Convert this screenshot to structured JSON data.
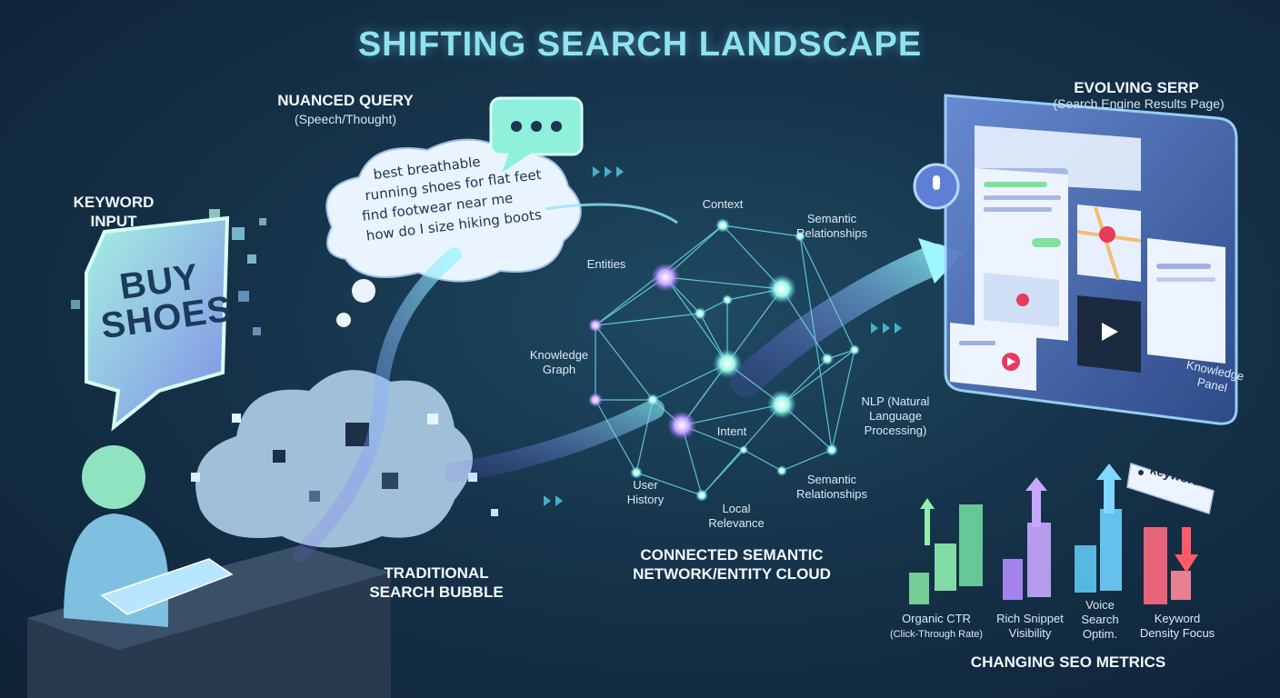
{
  "title": "SHIFTING SEARCH LANDSCAPE",
  "keyword_input": {
    "heading_line1": "KEYWORD",
    "heading_line2": "INPUT",
    "bubble_line1": "BUY",
    "bubble_line2": "SHOES"
  },
  "nuanced_query": {
    "heading": "NUANCED QUERY",
    "subheading": "(Speech/Thought)",
    "queries": [
      "best breathable",
      "running shoes for flat feet",
      "find footwear near me",
      "how do I size hiking boots"
    ]
  },
  "traditional_bubble": {
    "line1": "TRADITIONAL",
    "line2": "SEARCH BUBBLE"
  },
  "semantic_network": {
    "caption_line1": "CONNECTED SEMANTIC",
    "caption_line2": "NETWORK/ENTITY CLOUD",
    "labels": {
      "context": "Context",
      "semantic_top_1": "Semantic",
      "semantic_top_2": "Relationships",
      "entities": "Entities",
      "knowledge_graph_1": "Knowledge",
      "knowledge_graph_2": "Graph",
      "nlp_1": "NLP (Natural",
      "nlp_2": "Language",
      "nlp_3": "Processing)",
      "intent": "Intent",
      "user_history_1": "User",
      "user_history_2": "History",
      "local_1": "Local",
      "local_2": "Relevance",
      "semantic_bottom_1": "Semantic",
      "semantic_bottom_2": "Relationships"
    }
  },
  "serp": {
    "heading": "EVOLVING SERP",
    "subheading": "(Search Engine Results Page)",
    "knowledge_panel_1": "Knowledge",
    "knowledge_panel_2": "Panel"
  },
  "seo_metrics": {
    "caption": "CHANGING SEO METRICS",
    "tag": "keyword",
    "metrics": [
      {
        "line1": "Organic CTR",
        "line2": "(Click-Through Rate)"
      },
      {
        "line1": "Rich Snippet",
        "line2": "Visibility"
      },
      {
        "line1": "Voice",
        "line2": "Search",
        "line3": "Optim."
      },
      {
        "line1": "Keyword",
        "line2": "Density Focus"
      }
    ]
  },
  "colors": {
    "title": "#8fe3ee",
    "accent_cyan": "#5fe3f0",
    "accent_green": "#7ff0a0",
    "accent_purple": "#b48cff",
    "accent_red": "#ff5a6a"
  }
}
